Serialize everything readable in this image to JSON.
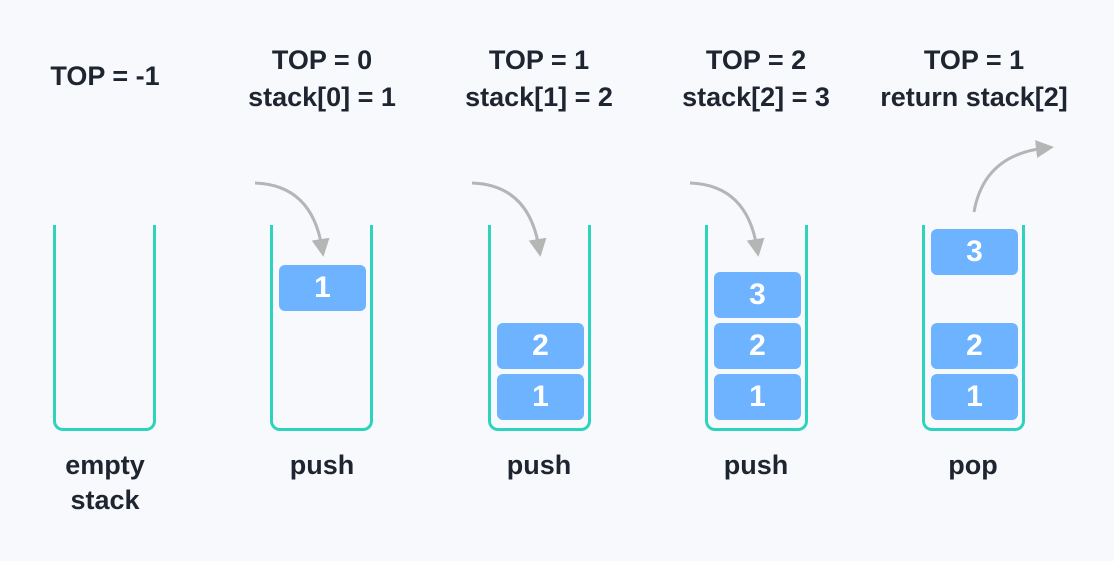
{
  "stages": [
    {
      "top_line": "TOP = -1",
      "op_line": "",
      "caption": "empty\nstack",
      "blocks": []
    },
    {
      "top_line": "TOP = 0",
      "op_line": "stack[0] = 1",
      "caption": "push",
      "blocks": [
        "1"
      ]
    },
    {
      "top_line": "TOP = 1",
      "op_line": "stack[1] = 2",
      "caption": "push",
      "blocks": [
        "1",
        "2"
      ]
    },
    {
      "top_line": "TOP = 2",
      "op_line": "stack[2] = 3",
      "caption": "push",
      "blocks": [
        "1",
        "2",
        "3"
      ]
    },
    {
      "top_line": "TOP = 1",
      "op_line": "return stack[2]",
      "caption": "pop",
      "blocks": [
        "1",
        "2"
      ],
      "popped": "3"
    }
  ],
  "colors": {
    "container_border": "#2ed3bd",
    "block_fill": "#6db3ff",
    "arrow": "#b5b5b5",
    "text": "#1f2530"
  }
}
